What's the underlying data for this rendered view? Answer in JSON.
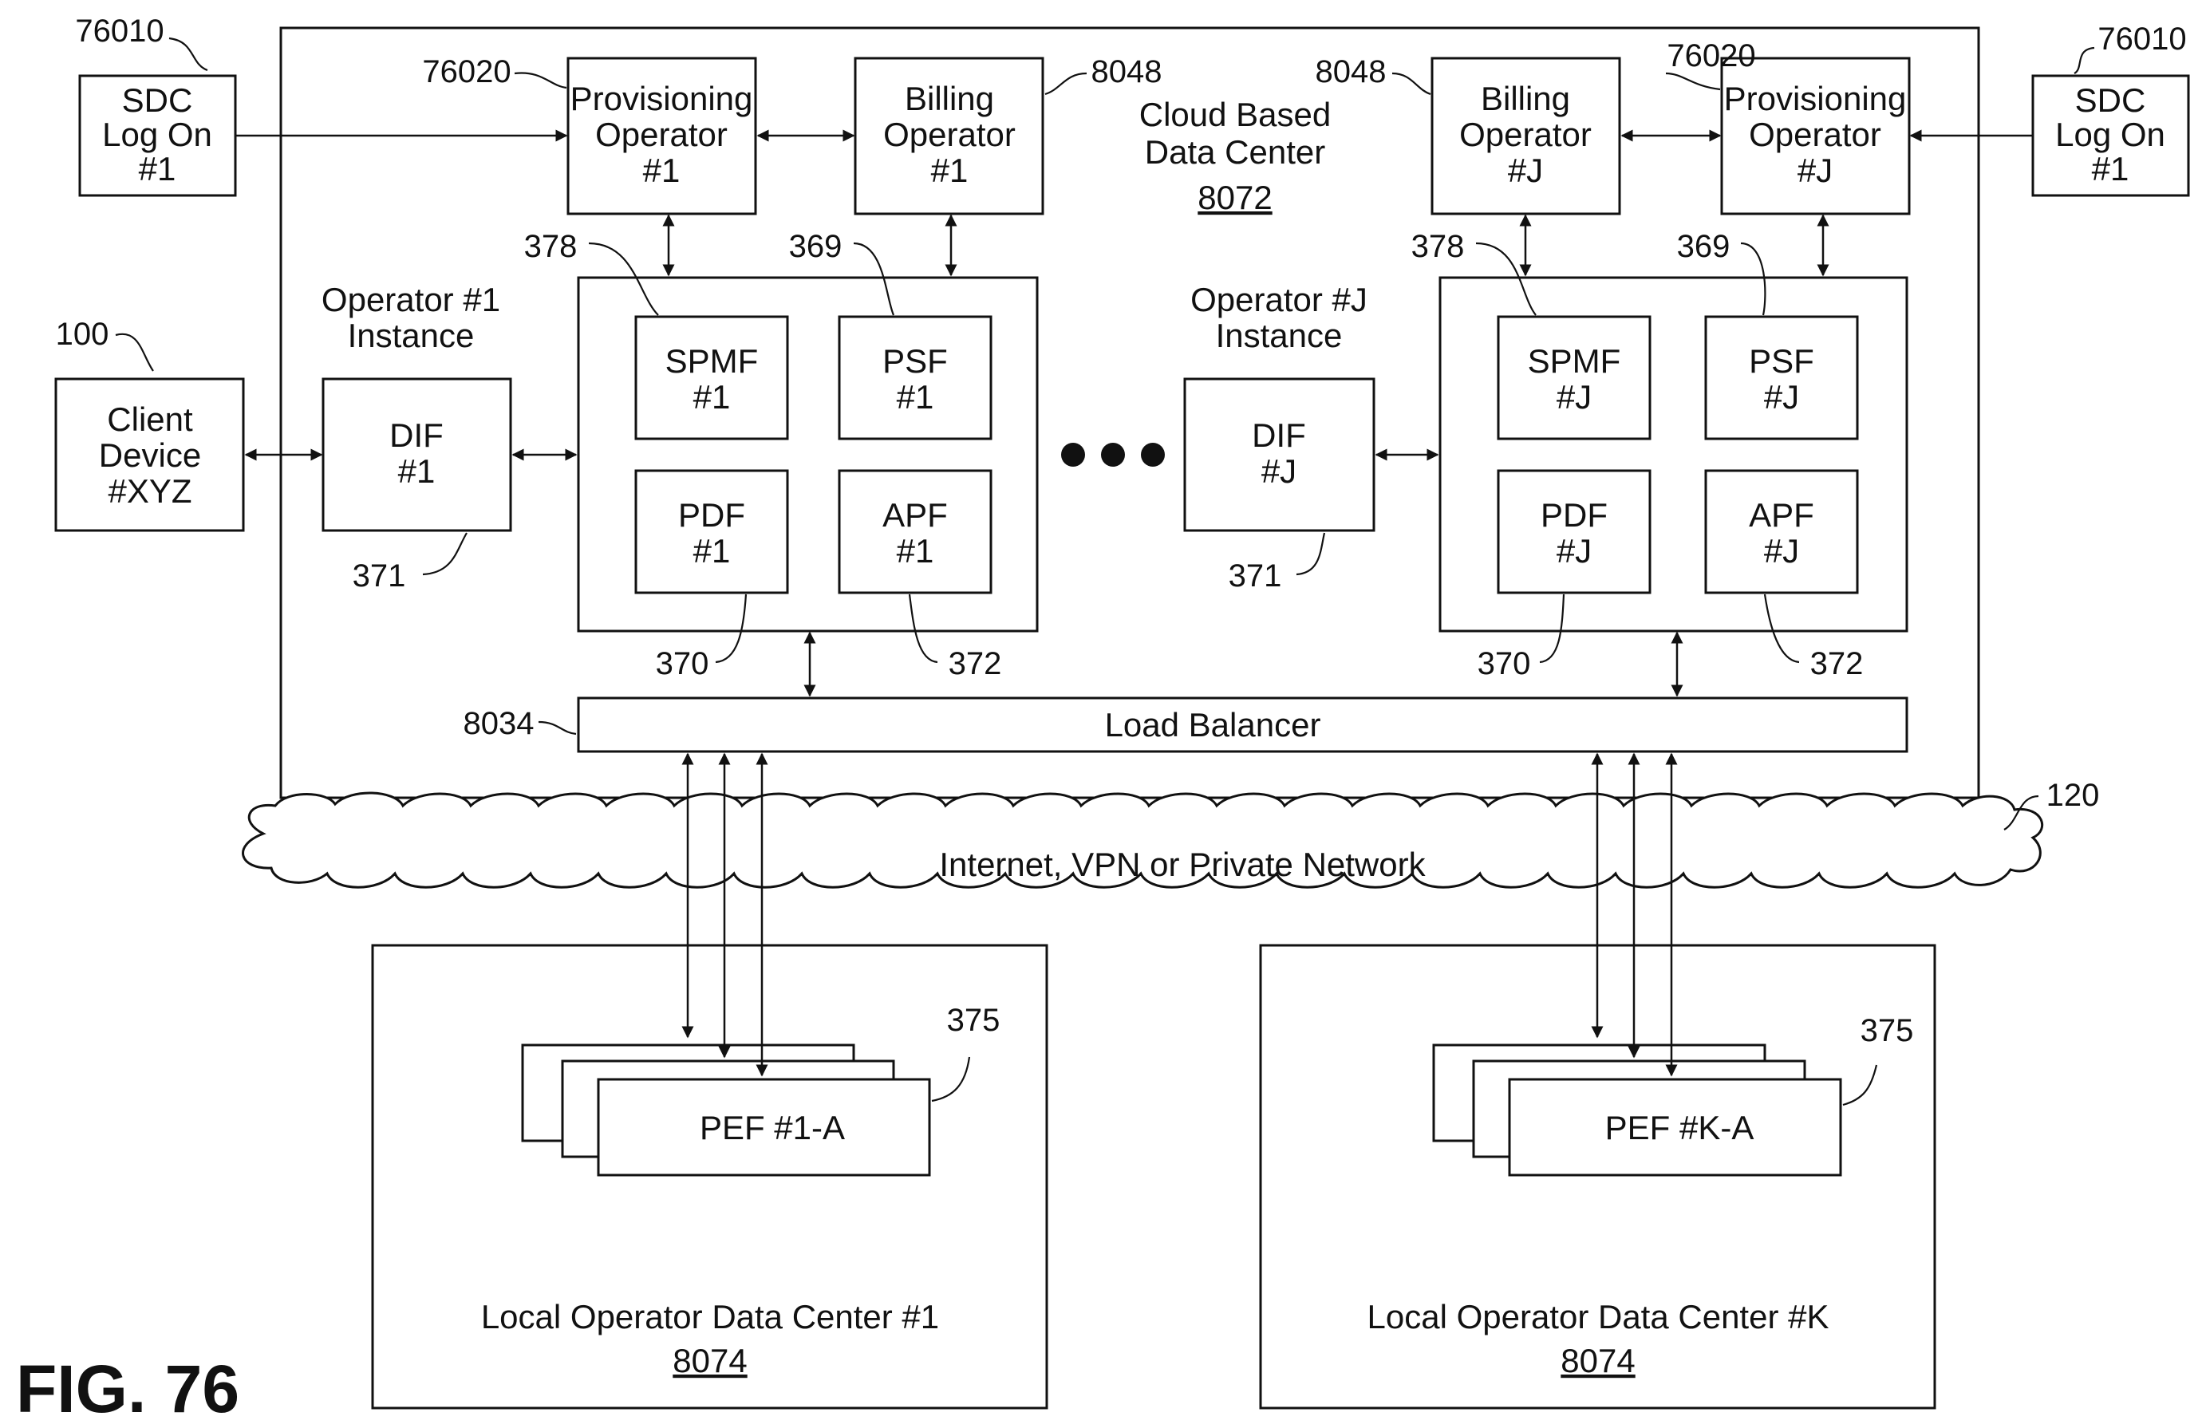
{
  "figure_label": "FIG. 76",
  "cloud_dc": {
    "title_line1": "Cloud Based",
    "title_line2": "Data Center",
    "ref": "8072"
  },
  "sdc_left": {
    "line1": "SDC",
    "line2": "Log On",
    "line3": "#1",
    "ref": "76010"
  },
  "sdc_right": {
    "line1": "SDC",
    "line2": "Log On",
    "line3": "#1",
    "ref": "76010"
  },
  "prov_1": {
    "line1": "Provisioning",
    "line2": "Operator",
    "line3": "#1",
    "ref": "76020"
  },
  "billing_1": {
    "line1": "Billing",
    "line2": "Operator",
    "line3": "#1",
    "ref": "8048"
  },
  "billing_j": {
    "line1": "Billing",
    "line2": "Operator",
    "line3": "#J",
    "ref": "8048"
  },
  "prov_j": {
    "line1": "Provisioning",
    "line2": "Operator",
    "line3": "#J",
    "ref": "76020"
  },
  "client": {
    "line1": "Client",
    "line2": "Device",
    "line3": "#XYZ",
    "ref": "100"
  },
  "op1_instance": {
    "line1": "Operator #1",
    "line2": "Instance"
  },
  "opj_instance": {
    "line1": "Operator #J",
    "line2": "Instance"
  },
  "dif_1": {
    "line1": "DIF",
    "line2": "#1",
    "ref": "371"
  },
  "dif_j": {
    "line1": "DIF",
    "line2": "#J",
    "ref": "371"
  },
  "group_1": {
    "ref_spmf": "378",
    "ref_psf": "369",
    "ref_pdf": "370",
    "ref_apf": "372",
    "spmf": {
      "line1": "SPMF",
      "line2": "#1"
    },
    "psf": {
      "line1": "PSF",
      "line2": "#1"
    },
    "pdf": {
      "line1": "PDF",
      "line2": "#1"
    },
    "apf": {
      "line1": "APF",
      "line2": "#1"
    }
  },
  "group_j": {
    "ref_spmf": "378",
    "ref_psf": "369",
    "ref_pdf": "370",
    "ref_apf": "372",
    "spmf": {
      "line1": "SPMF",
      "line2": "#J"
    },
    "psf": {
      "line1": "PSF",
      "line2": "#J"
    },
    "pdf": {
      "line1": "PDF",
      "line2": "#J"
    },
    "apf": {
      "line1": "APF",
      "line2": "#J"
    }
  },
  "load_balancer": {
    "label": "Load Balancer",
    "ref": "8034"
  },
  "network": {
    "label": "Internet, VPN or Private Network",
    "ref": "120"
  },
  "local_dc_1": {
    "label": "Local Operator Data Center #1",
    "ref": "8074"
  },
  "local_dc_k": {
    "label": "Local Operator Data Center #K",
    "ref": "8074"
  },
  "pef_1": {
    "label": "PEF #1-A",
    "ref": "375"
  },
  "pef_k": {
    "label": "PEF #K-A",
    "ref": "375"
  }
}
